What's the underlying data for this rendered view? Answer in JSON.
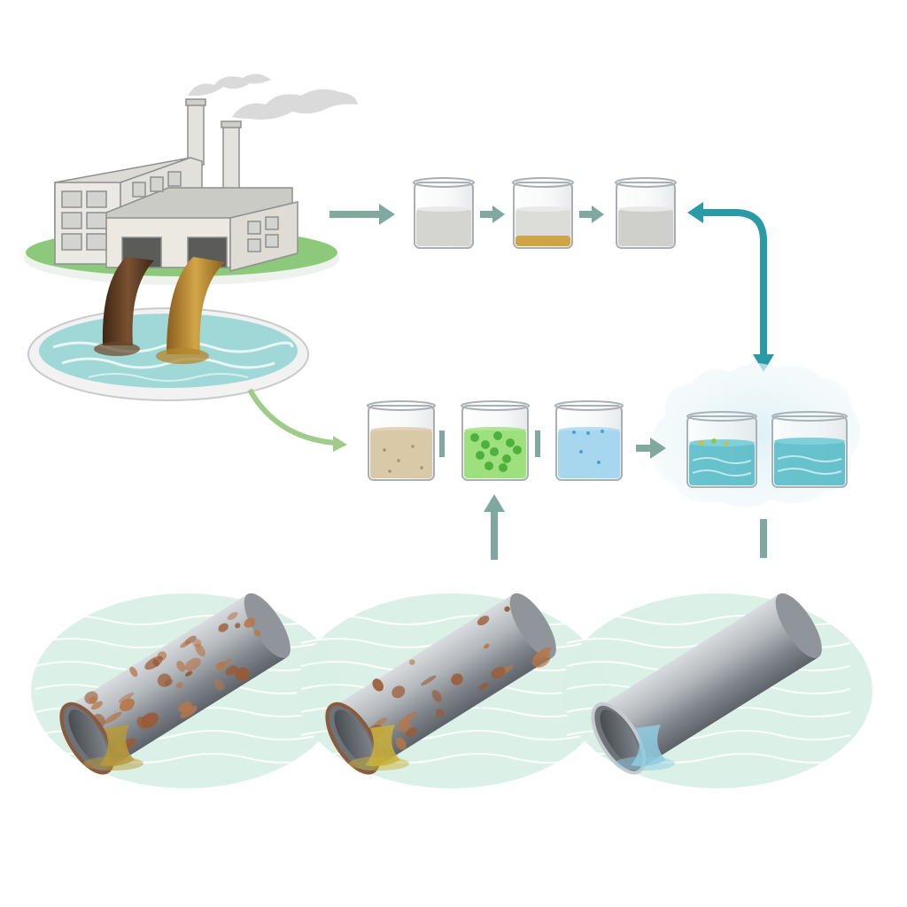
{
  "colors": {
    "background": "#ffffff",
    "arrow_gray": "#7fa89f",
    "arrow_teal": "#2a9aa6",
    "arrow_green": "#9fcc8a",
    "grass": "#8cc97a",
    "water": "#9fd8d6",
    "water_light": "#d7f0ea",
    "wave_bed": "#cfeede",
    "building": "#e8e6df",
    "building_roof": "#c9cbc4",
    "effluent_dark": "#5b3a22",
    "effluent_amber": "#a7782a",
    "rust": "#9a5a34",
    "steel": "#9ea3a8",
    "sludge_beige": "#d9c9a6",
    "bio_green": "#8fd27a",
    "clear_blue": "#9fd1ea",
    "cloud": "#e6f4f8"
  },
  "icons": {
    "factory": "factory-icon",
    "pond": "effluent-pond-icon",
    "beaker": "beaker-icon",
    "pipe": "pipe-icon",
    "arrow": "arrow-icon",
    "cloud": "cloud-icon"
  },
  "diagram": {
    "top_beakers": [
      {
        "id": "settling-1",
        "liquid": "#d4d4d0",
        "sediment": "#d4d4d0"
      },
      {
        "id": "settling-2",
        "liquid": "#dcdcd8",
        "sediment": "#cfa447"
      },
      {
        "id": "settling-3",
        "liquid": "#cfcfcb",
        "sediment": "#cfcfcb"
      }
    ],
    "mid_beakers": [
      {
        "id": "sludge",
        "liquid": "#d9c9a6"
      },
      {
        "id": "biological",
        "liquid": "#9ee07e"
      },
      {
        "id": "polishing",
        "liquid": "#a7d7ef"
      }
    ],
    "pipes": [
      {
        "id": "heavily-corroded",
        "corrosion": 1.0,
        "flow": "#b79a3c"
      },
      {
        "id": "partly-corroded",
        "corrosion": 0.55,
        "flow": "#c9b23c"
      },
      {
        "id": "clean",
        "corrosion": 0.0,
        "flow": "#8fcbe0"
      }
    ]
  }
}
